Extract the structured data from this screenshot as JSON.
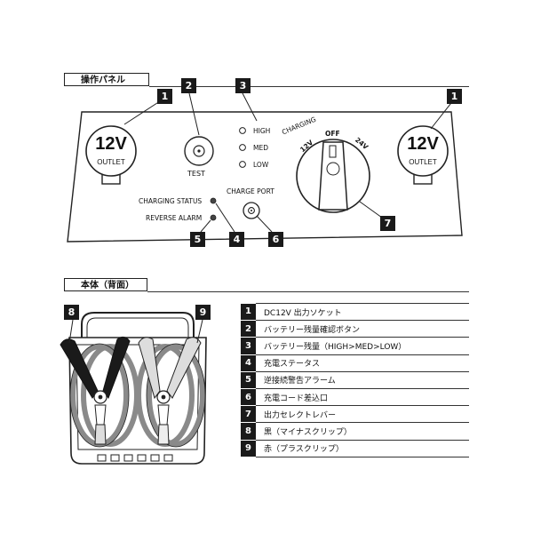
{
  "sections": {
    "panel_title": "操作パネル",
    "body_title": "本体（背面）"
  },
  "panel": {
    "outlet_left": {
      "big": "12V",
      "small": "OUTLET"
    },
    "outlet_right": {
      "big": "12V",
      "small": "OUTLET"
    },
    "test_label": "TEST",
    "levels": [
      "HIGH",
      "MED",
      "LOW"
    ],
    "charging_status": "CHARGING STATUS",
    "reverse_alarm": "REVERSE ALARM",
    "charge_port": "CHARGE PORT",
    "dial": {
      "title": "CHARGING",
      "left": "12V",
      "top": "OFF",
      "right": "24V"
    }
  },
  "badges": [
    "1",
    "2",
    "3",
    "1",
    "4",
    "5",
    "6",
    "7",
    "8",
    "9"
  ],
  "legend": [
    {
      "num": "1",
      "text": "DC12V 出力ソケット"
    },
    {
      "num": "2",
      "text": "バッテリー残量確認ボタン"
    },
    {
      "num": "3",
      "text": "バッテリー残量（HIGH>MED>LOW）"
    },
    {
      "num": "4",
      "text": "充電ステータス"
    },
    {
      "num": "5",
      "text": "逆接続警告アラーム"
    },
    {
      "num": "6",
      "text": "充電コード差込口"
    },
    {
      "num": "7",
      "text": "出力セレクトレバー"
    },
    {
      "num": "8",
      "text": "黒（マイナスクリップ）"
    },
    {
      "num": "9",
      "text": "赤（プラスクリップ）"
    }
  ],
  "colors": {
    "badge": "#1a1a1a",
    "line": "#222222",
    "cable": "#8a8a8a"
  }
}
